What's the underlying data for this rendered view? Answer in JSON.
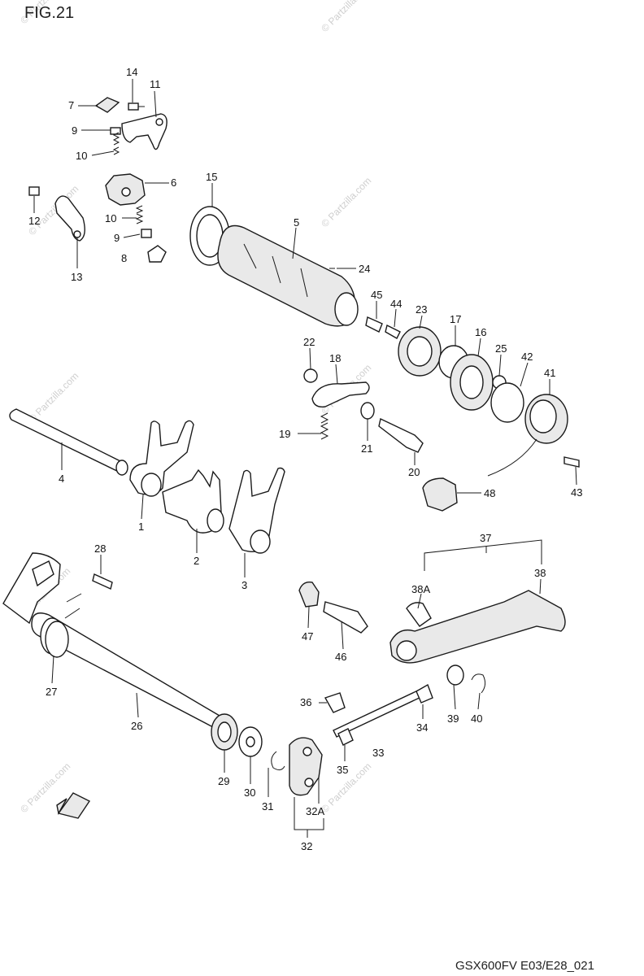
{
  "figure": {
    "title": "FIG.21",
    "code": "GSX600FV E03/E28_021"
  },
  "watermark": "© Partzilla.com",
  "callouts": [
    {
      "id": "c14",
      "label": "14"
    },
    {
      "id": "c11",
      "label": "11"
    },
    {
      "id": "c7",
      "label": "7"
    },
    {
      "id": "c9a",
      "label": "9"
    },
    {
      "id": "c10a",
      "label": "10"
    },
    {
      "id": "c6",
      "label": "6"
    },
    {
      "id": "c12",
      "label": "12"
    },
    {
      "id": "c10b",
      "label": "10"
    },
    {
      "id": "c9b",
      "label": "9"
    },
    {
      "id": "c8",
      "label": "8"
    },
    {
      "id": "c13",
      "label": "13"
    },
    {
      "id": "c15",
      "label": "15"
    },
    {
      "id": "c5",
      "label": "5"
    },
    {
      "id": "c24",
      "label": "24"
    },
    {
      "id": "c45",
      "label": "45"
    },
    {
      "id": "c44",
      "label": "44"
    },
    {
      "id": "c23",
      "label": "23"
    },
    {
      "id": "c17",
      "label": "17"
    },
    {
      "id": "c16",
      "label": "16"
    },
    {
      "id": "c25",
      "label": "25"
    },
    {
      "id": "c42",
      "label": "42"
    },
    {
      "id": "c41",
      "label": "41"
    },
    {
      "id": "c22",
      "label": "22"
    },
    {
      "id": "c18",
      "label": "18"
    },
    {
      "id": "c19",
      "label": "19"
    },
    {
      "id": "c21",
      "label": "21"
    },
    {
      "id": "c20",
      "label": "20"
    },
    {
      "id": "c48",
      "label": "48"
    },
    {
      "id": "c43",
      "label": "43"
    },
    {
      "id": "c4",
      "label": "4"
    },
    {
      "id": "c1",
      "label": "1"
    },
    {
      "id": "c2",
      "label": "2"
    },
    {
      "id": "c3",
      "label": "3"
    },
    {
      "id": "c28",
      "label": "28"
    },
    {
      "id": "c37",
      "label": "37"
    },
    {
      "id": "c38A",
      "label": "38A"
    },
    {
      "id": "c38",
      "label": "38"
    },
    {
      "id": "c47",
      "label": "47"
    },
    {
      "id": "c46",
      "label": "46"
    },
    {
      "id": "c27",
      "label": "27"
    },
    {
      "id": "c26",
      "label": "26"
    },
    {
      "id": "c36",
      "label": "36"
    },
    {
      "id": "c34",
      "label": "34"
    },
    {
      "id": "c39",
      "label": "39"
    },
    {
      "id": "c40",
      "label": "40"
    },
    {
      "id": "c33",
      "label": "33"
    },
    {
      "id": "c35",
      "label": "35"
    },
    {
      "id": "c29",
      "label": "29"
    },
    {
      "id": "c30",
      "label": "30"
    },
    {
      "id": "c31",
      "label": "31"
    },
    {
      "id": "c32A",
      "label": "32A"
    },
    {
      "id": "c32",
      "label": "32"
    }
  ]
}
